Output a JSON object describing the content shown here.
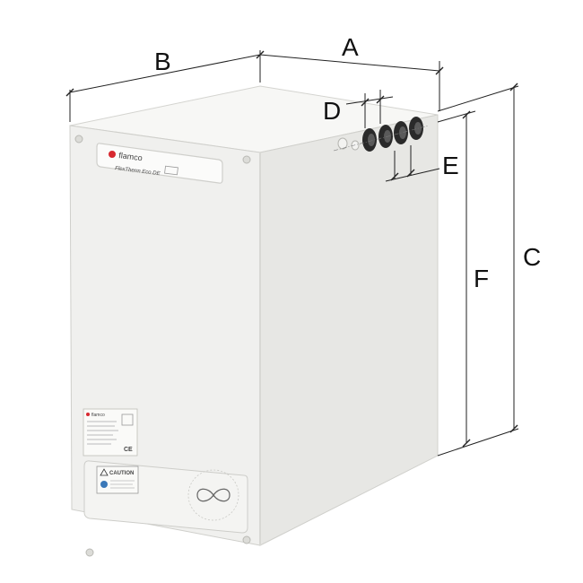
{
  "dimensions": {
    "a": "A",
    "b": "B",
    "c": "C",
    "d": "D",
    "e": "E",
    "f": "F"
  },
  "badge": {
    "brand": "flamco",
    "product": "FlexTherm Eco DE"
  },
  "rating_plate": {
    "brand": "flamco",
    "mark": "CE"
  },
  "caution_label": {
    "title": "CAUTION"
  },
  "colors": {
    "casing_front": "#f1f1ef",
    "casing_side": "#e6e6e3",
    "casing_top": "#f7f7f5",
    "brand_red": "#d7282f",
    "port": "#2a2a2a"
  }
}
